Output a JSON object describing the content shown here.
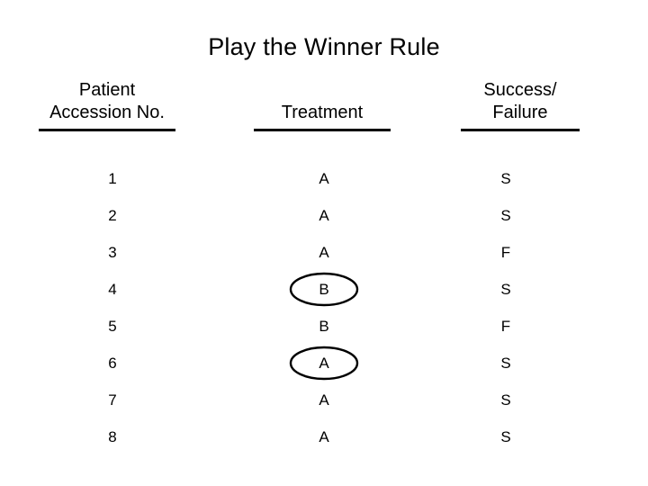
{
  "slide": {
    "title": "Play the Winner Rule",
    "background_color": "#ffffff",
    "text_color": "#000000"
  },
  "table": {
    "headers": [
      {
        "id": "patient",
        "label": "Patient\nAccession No."
      },
      {
        "id": "treatment",
        "label": "Treatment"
      },
      {
        "id": "outcome",
        "label": "Success/\nFailure"
      }
    ],
    "rows": [
      {
        "id": "1",
        "treatment": "A",
        "outcome": "S",
        "circled": false
      },
      {
        "id": "2",
        "treatment": "A",
        "outcome": "S",
        "circled": false
      },
      {
        "id": "3",
        "treatment": "A",
        "outcome": "F",
        "circled": false
      },
      {
        "id": "4",
        "treatment": "B",
        "outcome": "S",
        "circled": true
      },
      {
        "id": "5",
        "treatment": "B",
        "outcome": "F",
        "circled": false
      },
      {
        "id": "6",
        "treatment": "A",
        "outcome": "S",
        "circled": true
      },
      {
        "id": "7",
        "treatment": "A",
        "outcome": "S",
        "circled": false
      },
      {
        "id": "8",
        "treatment": "A",
        "outcome": "S",
        "circled": false
      }
    ]
  }
}
